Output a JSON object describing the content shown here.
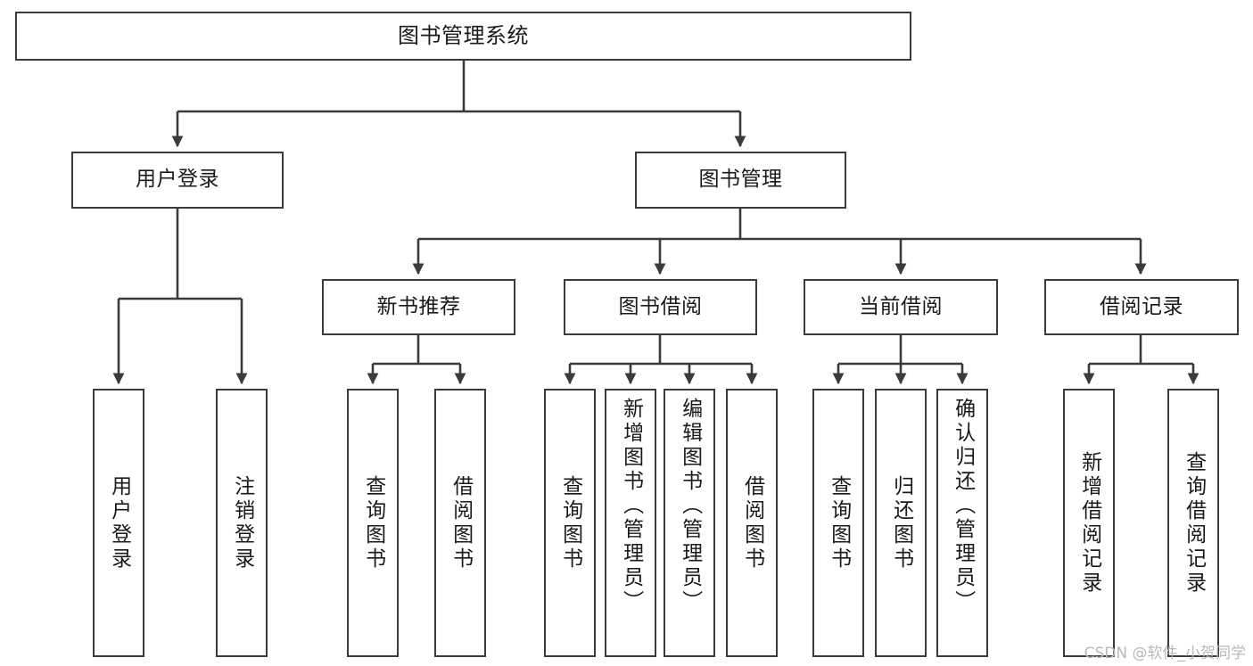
{
  "diagram": {
    "type": "tree-hierarchy",
    "title": "图书管理系统",
    "watermark": "CSDN @软件_小贺同学",
    "colors": {
      "box_border": "#3b3b3b",
      "box_fill": "#ffffff",
      "edge": "#3b3b3b",
      "text": "#1a1a1a",
      "watermark": "#b9b9b9",
      "background": "#ffffff"
    },
    "nodes": {
      "root": {
        "label": "图书管理系统"
      },
      "level2": [
        {
          "id": "user-login",
          "label": "用户登录"
        },
        {
          "id": "book-manage",
          "label": "图书管理"
        }
      ],
      "level3": [
        {
          "id": "new-book-recommend",
          "label": "新书推荐"
        },
        {
          "id": "book-borrow",
          "label": "图书借阅"
        },
        {
          "id": "current-borrow",
          "label": "当前借阅"
        },
        {
          "id": "borrow-record",
          "label": "借阅记录"
        }
      ],
      "leaves": {
        "user_login": [
          {
            "id": "leaf-user-login",
            "label": "用户登录"
          },
          {
            "id": "leaf-logout-login",
            "label": "注销登录"
          }
        ],
        "new_book_recommend": [
          {
            "id": "leaf-query-book-1",
            "label": "查询图书"
          },
          {
            "id": "leaf-borrow-book-1",
            "label": "借阅图书"
          }
        ],
        "book_borrow": [
          {
            "id": "leaf-query-book-2",
            "label": "查询图书"
          },
          {
            "id": "leaf-add-book-admin",
            "label": "新增图书（管理员）"
          },
          {
            "id": "leaf-edit-book-admin",
            "label": "编辑图书（管理员）"
          },
          {
            "id": "leaf-borrow-book-2",
            "label": "借阅图书"
          }
        ],
        "current_borrow": [
          {
            "id": "leaf-query-book-3",
            "label": "查询图书"
          },
          {
            "id": "leaf-return-book",
            "label": "归还图书"
          },
          {
            "id": "leaf-confirm-return-admin",
            "label": "确认归还（管理员）"
          }
        ],
        "borrow_record": [
          {
            "id": "leaf-add-borrow-record",
            "label": "新增借阅记录"
          },
          {
            "id": "leaf-query-borrow-record",
            "label": "查询借阅记录"
          }
        ]
      }
    }
  }
}
